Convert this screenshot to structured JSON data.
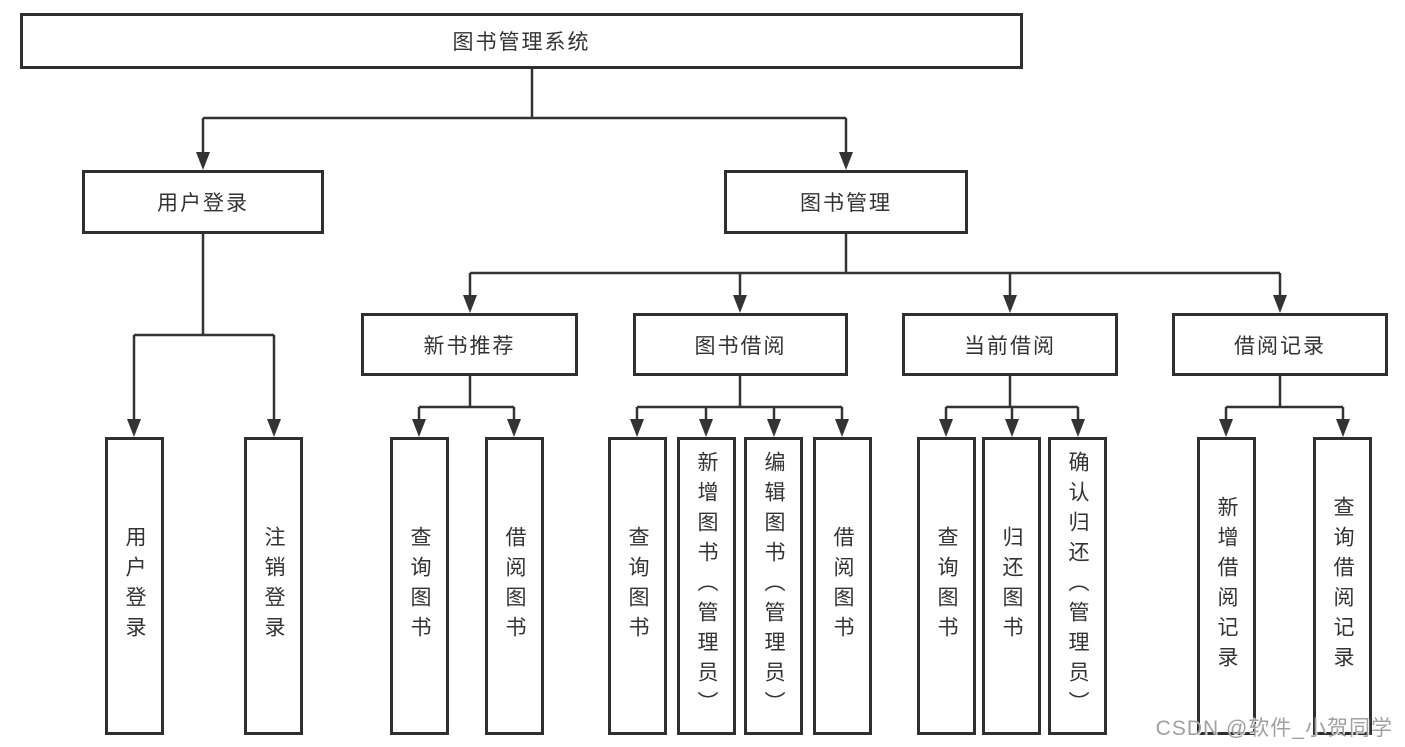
{
  "tree": {
    "root": "图书管理系统",
    "level2": [
      {
        "id": "user-login",
        "label": "用户登录",
        "children": [
          {
            "label": "用户登录"
          },
          {
            "label": "注销登录"
          }
        ]
      },
      {
        "id": "book-management",
        "label": "图书管理",
        "children": [
          {
            "id": "new-book-recommend",
            "label": "新书推荐",
            "children": [
              {
                "label": "查询图书"
              },
              {
                "label": "借阅图书"
              }
            ]
          },
          {
            "id": "book-borrow",
            "label": "图书借阅",
            "children": [
              {
                "label": "查询图书"
              },
              {
                "label": "新增图书（管理员）"
              },
              {
                "label": "编辑图书（管理员）"
              },
              {
                "label": "借阅图书"
              }
            ]
          },
          {
            "id": "current-borrow",
            "label": "当前借阅",
            "children": [
              {
                "label": "查询图书"
              },
              {
                "label": "归还图书"
              },
              {
                "label": "确认归还（管理员）"
              }
            ]
          },
          {
            "id": "borrow-records",
            "label": "借阅记录",
            "children": [
              {
                "label": "新增借阅记录"
              },
              {
                "label": "查询借阅记录"
              }
            ]
          }
        ]
      }
    ]
  },
  "watermark": {
    "text": "CSDN @软件_小贺同学",
    "color": "#a0a0a0"
  },
  "colors": {
    "line": "#333333",
    "box_border": "#2f2f2f",
    "box_background": "#ffffff",
    "text": "#333333"
  }
}
